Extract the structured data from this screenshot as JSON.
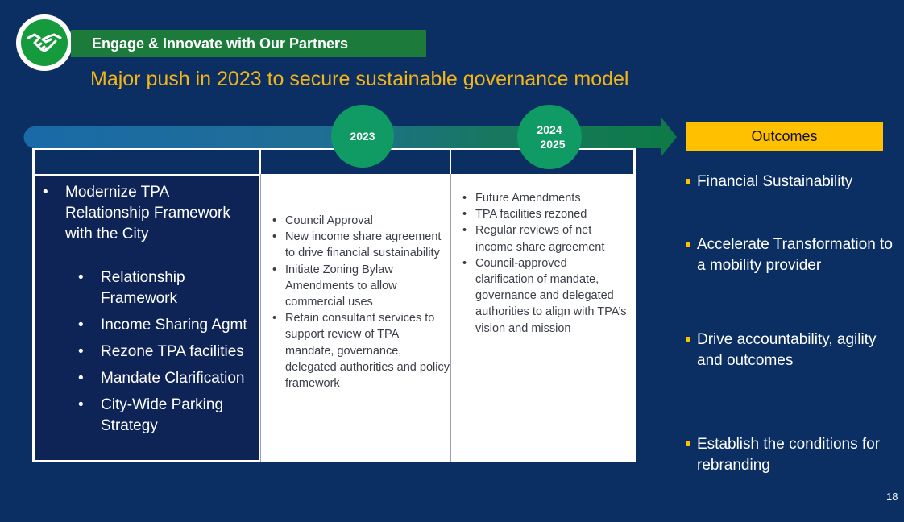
{
  "header": {
    "banner_title": "Engage & Innovate with Our Partners",
    "headline": "Major push in 2023 to secure sustainable governance model"
  },
  "logo": {
    "icon": "handshake-icon"
  },
  "timeline": {
    "year_2023": "2023",
    "year_2024": "2024",
    "year_2025": "2025"
  },
  "table": {
    "column1": {
      "main_items": [
        "Modernize TPA Relationship Framework with the City"
      ],
      "sub_items": [
        "Relationship Framework",
        "Income Sharing Agmt",
        "Rezone TPA facilities",
        "Mandate Clarification",
        "City-Wide Parking Strategy"
      ]
    },
    "column2": {
      "items": [
        "Council Approval",
        "New income share agreement to drive financial sustainability",
        "Initiate Zoning Bylaw Amendments to allow commercial uses",
        "Retain consultant services to support review of TPA mandate, governance, delegated authorities and policy framework"
      ]
    },
    "column3": {
      "items": [
        "Future Amendments",
        "TPA facilities rezoned",
        "Regular reviews of net income share agreement",
        "Council-approved clarification of mandate, governance and delegated authorities to align with TPA’s vision and mission"
      ]
    }
  },
  "outcomes": {
    "title": "Outcomes",
    "items": [
      "Financial Sustainability",
      "Accelerate Transformation to a mobility provider",
      "Drive accountability, agility and outcomes",
      "Establish the conditions for rebranding"
    ]
  },
  "footer": {
    "page_number": "18"
  },
  "colors": {
    "background": "#0b2f63",
    "banner_green": "#1c7a3a",
    "headline_gold": "#f5b515",
    "year_circle": "#0f9b63",
    "outcomes_box": "#ffc000",
    "column1_fill": "#0f2456"
  }
}
